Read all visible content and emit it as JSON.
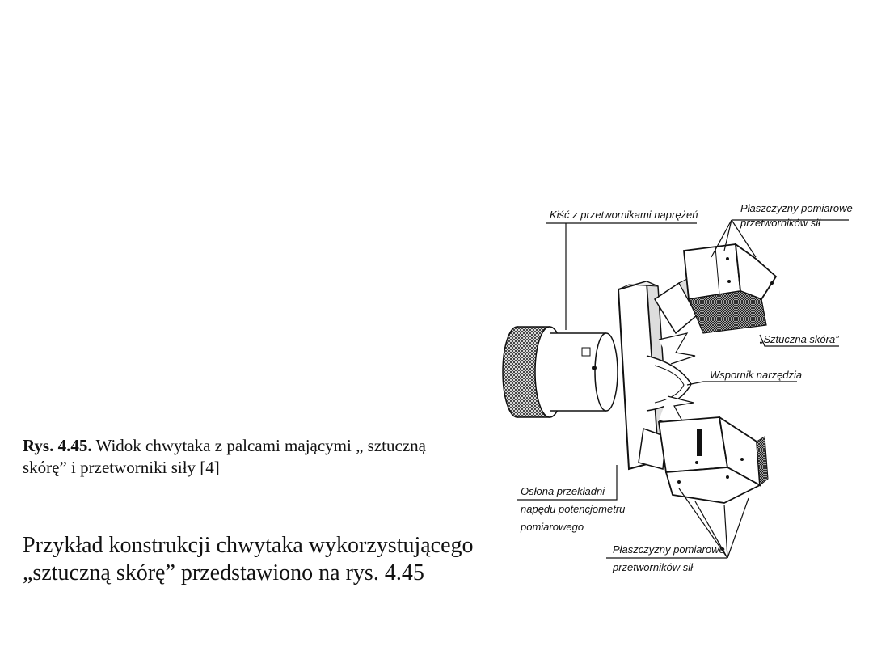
{
  "caption": {
    "figure_number": "Rys. 4.45.",
    "text_line1": " Widok chwytaka z palcami mającymi „ sztuczną",
    "text_line2": "skórę” i przetworniki siły [4]"
  },
  "body_text": {
    "line1": "Przykład konstrukcji chwytaka wykorzystującego",
    "line2": "„sztuczną skórę” przedstawiono na rys. 4.45"
  },
  "figure_labels": {
    "wrist": "Kiść z przetwornikami naprężeń",
    "planes_top_1": "Płaszczyzny pomiarowe",
    "planes_top_2": "przetworników sił",
    "artificial_skin": "„Sztuczna skóra”",
    "tool_bracket": "Wspornik narzędzia",
    "gear_cover_1": "Osłona przekładni",
    "gear_cover_2": "napędu potencjometru",
    "gear_cover_3": "pomiarowego",
    "planes_bottom_1": "Płaszczyzny pomiarowe",
    "planes_bottom_2": "przetworników sił"
  }
}
